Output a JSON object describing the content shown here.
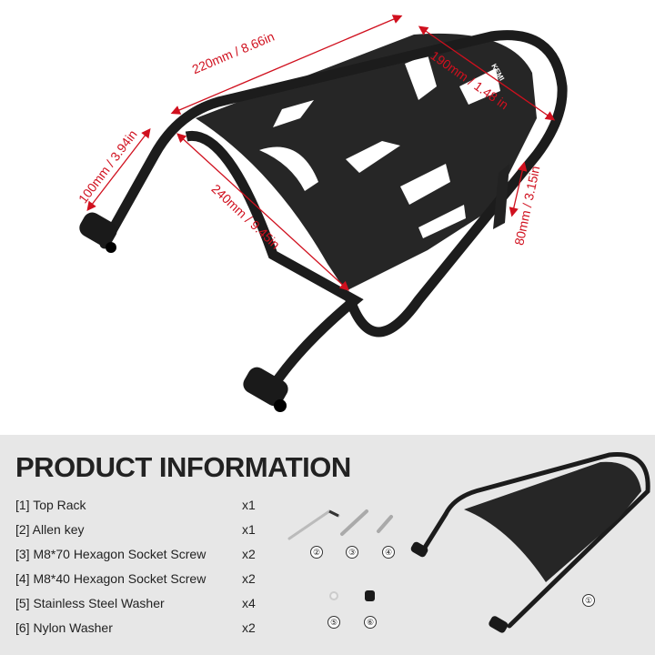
{
  "dimensions": {
    "length_top": "220mm / 8.66in",
    "width_top": "190mm / 1.48 in",
    "rise_left": "100mm / 3.94in",
    "length_side": "240mm / 9.45in",
    "bracket_height": "80mm / 3.15in"
  },
  "brand_logo": "KEMIMOTO",
  "info": {
    "title": "PRODUCT INFORMATION",
    "items": [
      {
        "label": "[1] Top Rack",
        "qty": "x1"
      },
      {
        "label": "[2] Allen key",
        "qty": "x1"
      },
      {
        "label": "[3] M8*70 Hexagon Socket Screw",
        "qty": "x2"
      },
      {
        "label": "[4] M8*40 Hexagon Socket Screw",
        "qty": "x2"
      },
      {
        "label": "[5] Stainless Steel Washer",
        "qty": "x4"
      },
      {
        "label": "[6] Nylon Washer",
        "qty": "x2"
      }
    ],
    "callouts": [
      "①",
      "②",
      "③",
      "④",
      "⑤",
      "⑥"
    ]
  },
  "colors": {
    "dimension": "#d0101e",
    "panel": "#e7e7e7",
    "rack": "#1c1c1c"
  }
}
